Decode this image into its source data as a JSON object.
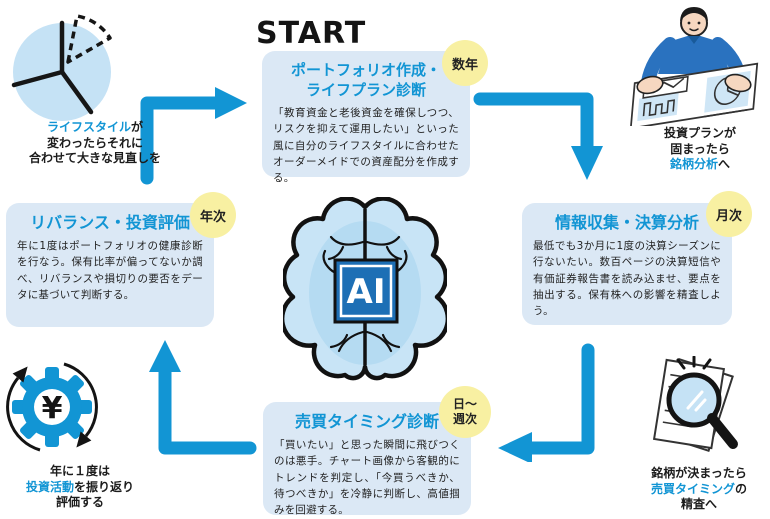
{
  "colors": {
    "accent_blue": "#1295d4",
    "card_background": "#dbe8f5",
    "badge_yellow": "#f8f0a2",
    "brain_fill": "#c8e4f6",
    "chip_blue": "#1d6fb5",
    "text_dark": "#1f1f1f"
  },
  "header": {
    "start_label": "START"
  },
  "center": {
    "ai_label": "AI"
  },
  "cards": {
    "portfolio": {
      "badge": "数年",
      "title_line1": "ポートフォリオ作成・",
      "title_line2": "ライフプラン診断",
      "body": "「教育資金と老後資金を確保しつつ、リスクを抑えて運用したい」といった風に自分のライフスタイルに合わせたオーダーメイドでの資産配分を作成する。"
    },
    "analysis": {
      "badge": "月次",
      "title": "情報収集・決算分析",
      "body": "最低でも3か月に1度の決算シーズンに行ないたい。数百ページの決算短信や有価証券報告書を読み込ませ、要点を抽出する。保有株への影響を精査しよう。"
    },
    "timing": {
      "badge_line1": "日〜",
      "badge_line2": "週次",
      "title": "売買タイミング診断",
      "body": "「買いたい」と思った瞬間に飛びつくのは悪手。チャート画像から客観的にトレンドを判定し、「今買うべきか、待つべきか」を冷静に判断し、高値掴みを回避する。"
    },
    "rebalance": {
      "badge": "年次",
      "title": "リバランス・投資評価",
      "body": "年に1度はポートフォリオの健康診断を行なう。保有比率が偏ってないか調べ、リバランスや損切りの要否をデータに基づいて判断する。"
    }
  },
  "notes": {
    "lifestyle": {
      "line1_highlight": "ライフスタイル",
      "line1_rest": "が",
      "line2": "変わったらそれに",
      "line3": "合わせて大きな見直しを"
    },
    "plan": {
      "line1": "投資プランが",
      "line2": "固まったら",
      "line3_highlight": "銘柄分析",
      "line3_rest": "へ"
    },
    "review": {
      "line1": "年に１度は",
      "line2_highlight": "投資活動",
      "line2_rest": "を振り返り",
      "line3": "評価する"
    },
    "scrutiny": {
      "line1": "銘柄が決まったら",
      "line2_highlight": "売買タイミング",
      "line2_rest": "の",
      "line3": "精査へ"
    }
  }
}
